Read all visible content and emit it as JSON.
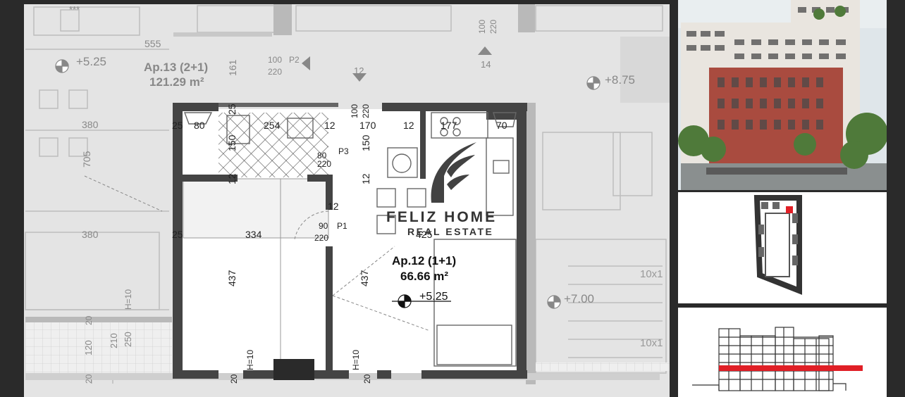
{
  "brand": {
    "name": "FELIZ HOME",
    "tagline": "REAL ESTATE",
    "colors": {
      "primary": "#1f1f1f",
      "watermark": "#333333"
    }
  },
  "unit": {
    "name": "Ap.12 (1+1)",
    "area": "66.66 m²",
    "level": "+5.25"
  },
  "neighbor_unit": {
    "name": "Ap.13 (2+1)",
    "area": "121.29 m²",
    "level": "+5.25"
  },
  "levels": {
    "upper": "+8.75",
    "stair": "+7.00"
  },
  "doors": {
    "p1": {
      "width": "90",
      "height": "220",
      "label": "P1"
    },
    "p2": {
      "width": "100",
      "height": "220",
      "label": "P2"
    },
    "p3": {
      "width": "80",
      "height": "220",
      "label": "P3"
    }
  },
  "dimensions": {
    "top": [
      "25",
      "80",
      "254",
      "12",
      "170",
      "12",
      "177",
      "70"
    ],
    "upper_vertical": [
      "25",
      "150",
      "150"
    ],
    "mid_partitions": [
      "12",
      "12",
      "12"
    ],
    "room_widths": [
      "25",
      "334",
      "425"
    ],
    "room_heights": [
      "437",
      "437"
    ],
    "left_neighbor": [
      "555",
      "380",
      "705",
      "380",
      "161"
    ],
    "window_heights": [
      "H=10",
      "H=10",
      "H=10"
    ],
    "wall_thickness": [
      "20",
      "20",
      "20",
      "20"
    ],
    "balcony": [
      "120",
      "210",
      "250"
    ],
    "corridor": [
      "100",
      "220",
      "12",
      "14"
    ],
    "stair_steps": [
      "10x1",
      "10x1"
    ]
  },
  "markers": {
    "stars": "***"
  },
  "highlight_color": "#e01f26"
}
